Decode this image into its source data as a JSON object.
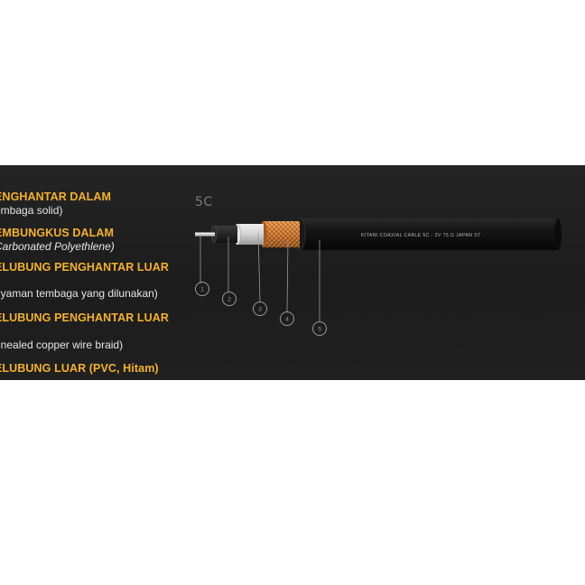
{
  "model_label": "5C",
  "cable_print": "KITANI COAXIAL CABLE 5C - 2V 75 Ω JAPAN ST",
  "layers": [
    {
      "heading": "ENGHANTAR DALAM",
      "description": "embaga solid)"
    },
    {
      "heading": "EMBUNGKUS DALAM",
      "description": "Carbonated Polyethlene)"
    },
    {
      "heading": "ELUBUNG PENGHANTAR LUAR",
      "description": "nyaman tembaga yang dilunakan)"
    },
    {
      "heading": "ELUBUNG PENGHANTAR LUAR",
      "description": "nnealed copper wire braid)"
    },
    {
      "heading": "ELUBUNG LUAR (PVC, Hitam)"
    }
  ],
  "callouts": [
    "1",
    "2",
    "3",
    "4",
    "5"
  ],
  "colors": {
    "panel_background": "#1e1e1e",
    "heading_text": "#f5b227",
    "description_text": "#e6e6e6",
    "copper_braid": "#c8782e",
    "outer_jacket": "#111111",
    "dielectric": "#d8d8d8"
  }
}
